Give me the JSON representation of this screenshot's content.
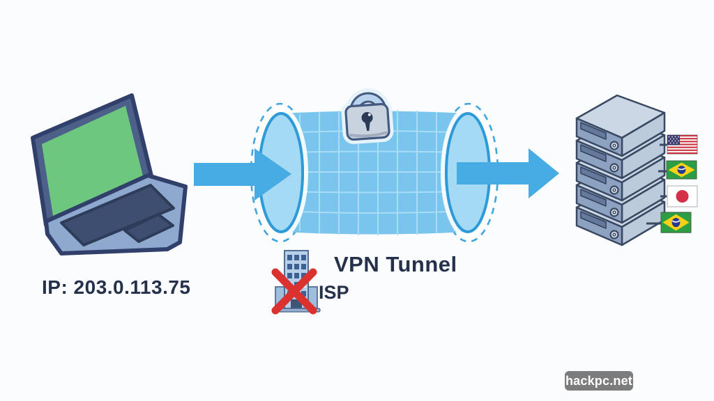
{
  "title": "VPN tunnel concept diagram",
  "labels": {
    "client_ip": "IP: 203.0.113.75",
    "tunnel": "VPN Tunnel",
    "isp": "ISP",
    "watermark": "hackpc.net"
  },
  "icons": {
    "client_device": "laptop-icon",
    "encryption": "padlock-icon",
    "isp": "office-building-icon",
    "isp_blocked": "red-x-icon",
    "destination": "server-stack-icon",
    "traffic_in": "arrow-right-icon",
    "traffic_out": "arrow-right-icon"
  },
  "servers": {
    "unit_count": 5,
    "location_flags": [
      "united-states",
      "brazil",
      "japan",
      "brazil"
    ]
  },
  "colors": {
    "background": "#FBFCFD",
    "arrow_blue": "#47ABE4",
    "tunnel_body": "#79C5EE",
    "tunnel_grid": "#A9DDF6",
    "tunnel_opening_fill": "#A5DAF4",
    "tunnel_opening_stroke": "#2E9BD8",
    "tunnel_dashed_ring": "#3FA5DF",
    "text_dark_navy": "#25304A",
    "laptop_screen_green": "#6EC77E",
    "laptop_body_blue": "#8FA9CE",
    "blocked_x_red": "#DB3230",
    "server_front": "#8CA2C0",
    "server_side": "#BCCBDC",
    "server_top": "#CBD7E5",
    "watermark_bg": "#7C7C7C",
    "watermark_text": "#FFFFFF"
  }
}
